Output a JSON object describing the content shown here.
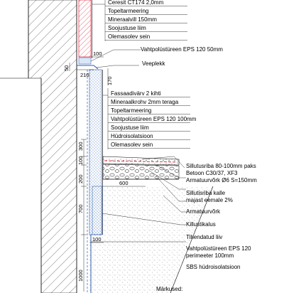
{
  "layer_groups": [
    {
      "name": "wall-top-layers",
      "items": [
        "Ceresit CT174 2,0mm",
        "Topeltarmeering",
        "Mineraalvill 150mm",
        "Soojustuse liim",
        "Olemasolev sein"
      ]
    },
    {
      "name": "plinth-layers",
      "items": [
        "Fassaadivärv 2 kihti",
        "Mineraalkrohv 2mm teraga",
        "Topeltarmeering",
        "Vahtpolüstüreen EPS 120 100mm",
        "Soojustuse liim",
        "Hüdroisolatsioon",
        "Olemasolev sein"
      ]
    }
  ],
  "callouts": [
    {
      "name": "eps-50-label",
      "text": "Vahtpolüstüreen EPS 120 50mm"
    },
    {
      "name": "drip-flashing-label",
      "text": "Veeplekk"
    },
    {
      "name": "sidewalk-strip-label-1",
      "text": "Sillutusriba 80-100mm paks"
    },
    {
      "name": "sidewalk-strip-label-2",
      "text": "Betoon C30/37, XF3"
    },
    {
      "name": "sidewalk-strip-label-3",
      "text": "Armatuurvõrk Ø6 S=150mm"
    },
    {
      "name": "slope-label-1",
      "text": "Sillutisriba kalle"
    },
    {
      "name": "slope-label-2",
      "text": "majast eemale 2%"
    },
    {
      "name": "rebar-mesh-label",
      "text": "Armatuurvõrk"
    },
    {
      "name": "gravel-label",
      "text": "Killustikalus"
    },
    {
      "name": "compacted-soil-label",
      "text": "Tihendatud liiv"
    },
    {
      "name": "perimeter-eps-label-1",
      "text": "Vahtpolüstüreen EPS 120"
    },
    {
      "name": "perimeter-eps-label-2",
      "text": "perimeeter 100mm"
    },
    {
      "name": "sbs-label",
      "text": "SBS hüdroisolatsioon"
    }
  ],
  "dimensions": {
    "d100": "100",
    "d50": "50",
    "d210": "210",
    "d170": "170",
    "d300": "300",
    "d100b": "100",
    "d200": "200",
    "d600": "600",
    "d700": "700",
    "d100c": "100",
    "d1000": "1000"
  },
  "notes_title": "Märkused:"
}
